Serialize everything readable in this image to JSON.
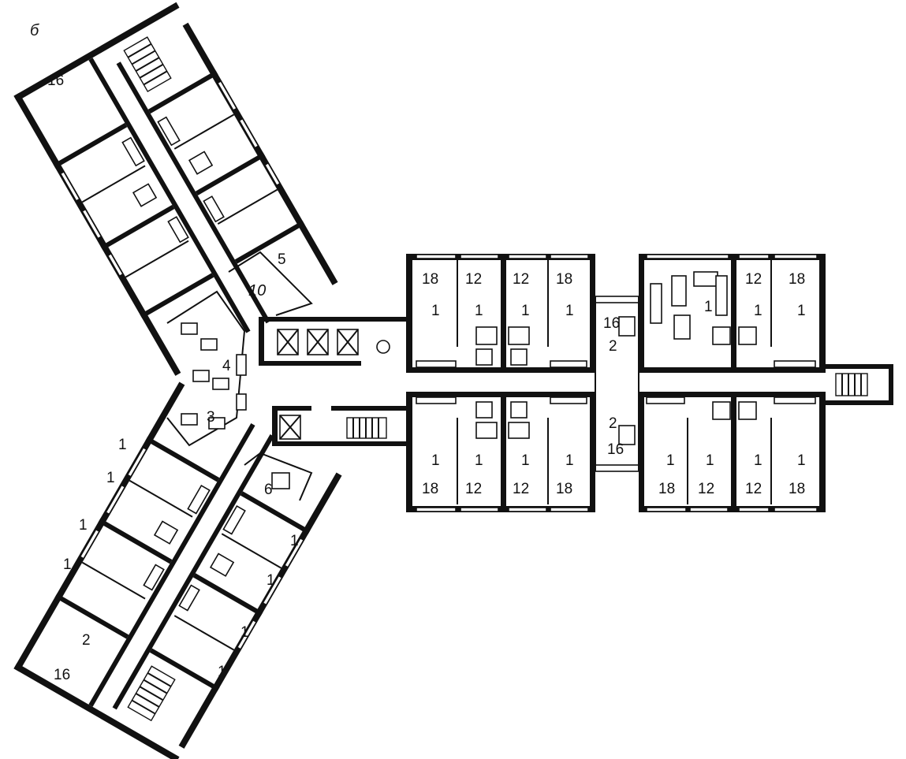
{
  "figure_letter": "б",
  "east_wing": {
    "upper_row": [
      {
        "area": "18",
        "num": "1"
      },
      {
        "area": "12",
        "num": "1"
      },
      {
        "area": "12",
        "num": "1"
      },
      {
        "area": "18",
        "num": "1"
      },
      {
        "area": "16",
        "num": "2"
      },
      {
        "area": "",
        "num": "1"
      },
      {
        "area": "12",
        "num": "1"
      },
      {
        "area": "18",
        "num": "1"
      }
    ],
    "lower_row": [
      {
        "area": "18",
        "num": "1"
      },
      {
        "area": "12",
        "num": "1"
      },
      {
        "area": "12",
        "num": "1"
      },
      {
        "area": "18",
        "num": "1"
      },
      {
        "area": "16",
        "num": "2"
      },
      {
        "area": "18",
        "num": "1"
      },
      {
        "area": "12",
        "num": "1"
      },
      {
        "area": "12",
        "num": "1"
      },
      {
        "area": "18",
        "num": "1"
      }
    ]
  },
  "hub": {
    "room_3": "3",
    "room_4": "4",
    "room_5": "5",
    "room_6": "6",
    "room_10": "10"
  },
  "north_wing": {
    "end_room_area": "16"
  },
  "south_wing": {
    "end_room_num": "2",
    "end_room_area": "16",
    "west_rooms": [
      "1",
      "1",
      "1",
      "1"
    ],
    "east_rooms": [
      "1",
      "1",
      "1",
      "1"
    ]
  }
}
